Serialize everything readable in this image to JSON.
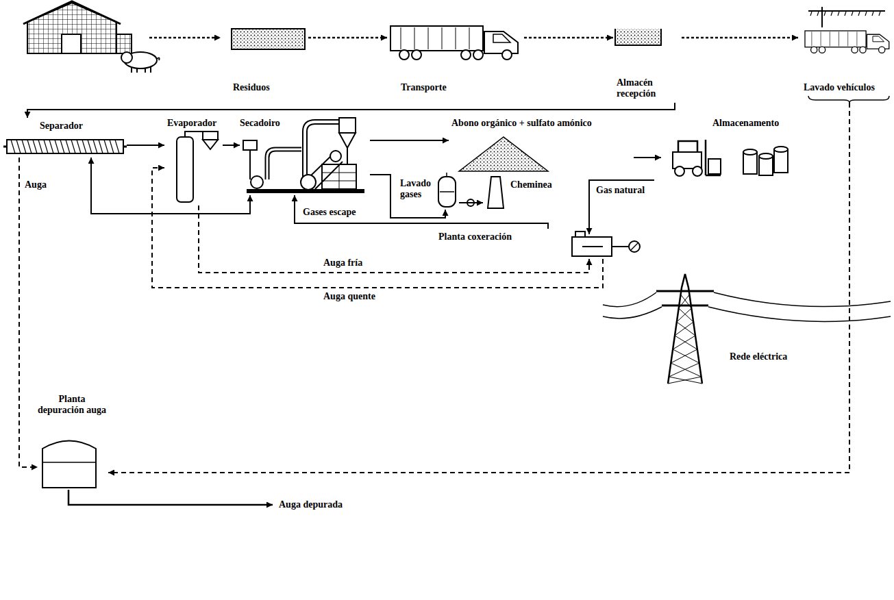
{
  "diagram": {
    "nodes": [
      {
        "text": [
          "Residuos"
        ]
      },
      {
        "text": [
          "Transporte"
        ]
      },
      {
        "text": [
          "Almacén recepción"
        ]
      },
      {
        "text": [
          "Lavado vehículos"
        ]
      },
      {
        "text": [
          "Separador"
        ]
      },
      {
        "text": [
          "Evaporador"
        ]
      },
      {
        "text": [
          "Secadoiro"
        ]
      },
      {
        "text": [
          "Abono orgánico + sulfato amónico"
        ]
      },
      {
        "text": [
          "Almacenamento"
        ]
      },
      {
        "text": [
          "Lavado gases"
        ]
      },
      {
        "text": [
          "Cheminea"
        ]
      },
      {
        "text": [
          "Planta coxeración"
        ]
      },
      {
        "text": [
          "Rede eléctrica"
        ]
      },
      {
        "text": [
          "Planta depuración auga"
        ]
      }
    ],
    "edges": [
      {
        "from": 0,
        "to": 1,
        "arrow": "to"
      },
      {
        "from": 1,
        "to": 2,
        "arrow": "to"
      },
      {
        "from": 2,
        "to": 3,
        "arrow": "to"
      },
      {
        "from": 2,
        "to": 4,
        "arrow": "to"
      },
      {
        "from": 4,
        "to": 5,
        "arrow": "to"
      },
      {
        "from": 5,
        "to": 6,
        "arrow": "to"
      },
      {
        "from": 4,
        "to": 6,
        "arrow": "both"
      },
      {
        "from": 6,
        "to": 7,
        "arrow": "to"
      },
      {
        "from": 7,
        "to": 8,
        "arrow": "to"
      },
      {
        "from": 6,
        "to": 9,
        "arrow": "to"
      },
      {
        "from": 9,
        "to": 10,
        "arrow": "to"
      },
      {
        "from": 11,
        "to": 6,
        "label": "Gases escape",
        "arrow": "to"
      },
      {
        "from": 11,
        "to": 5,
        "label": "Auga quente",
        "arrow": "to"
      },
      {
        "from": 5,
        "to": 11,
        "label": "Auga fría",
        "arrow": "to"
      },
      {
        "from": 4,
        "to": 13,
        "label": "Auga",
        "arrow": "to"
      },
      {
        "from": 3,
        "to": 13,
        "arrow": "to"
      }
    ],
    "labels": [
      "Gas natural",
      "Auga depurada"
    ]
  }
}
